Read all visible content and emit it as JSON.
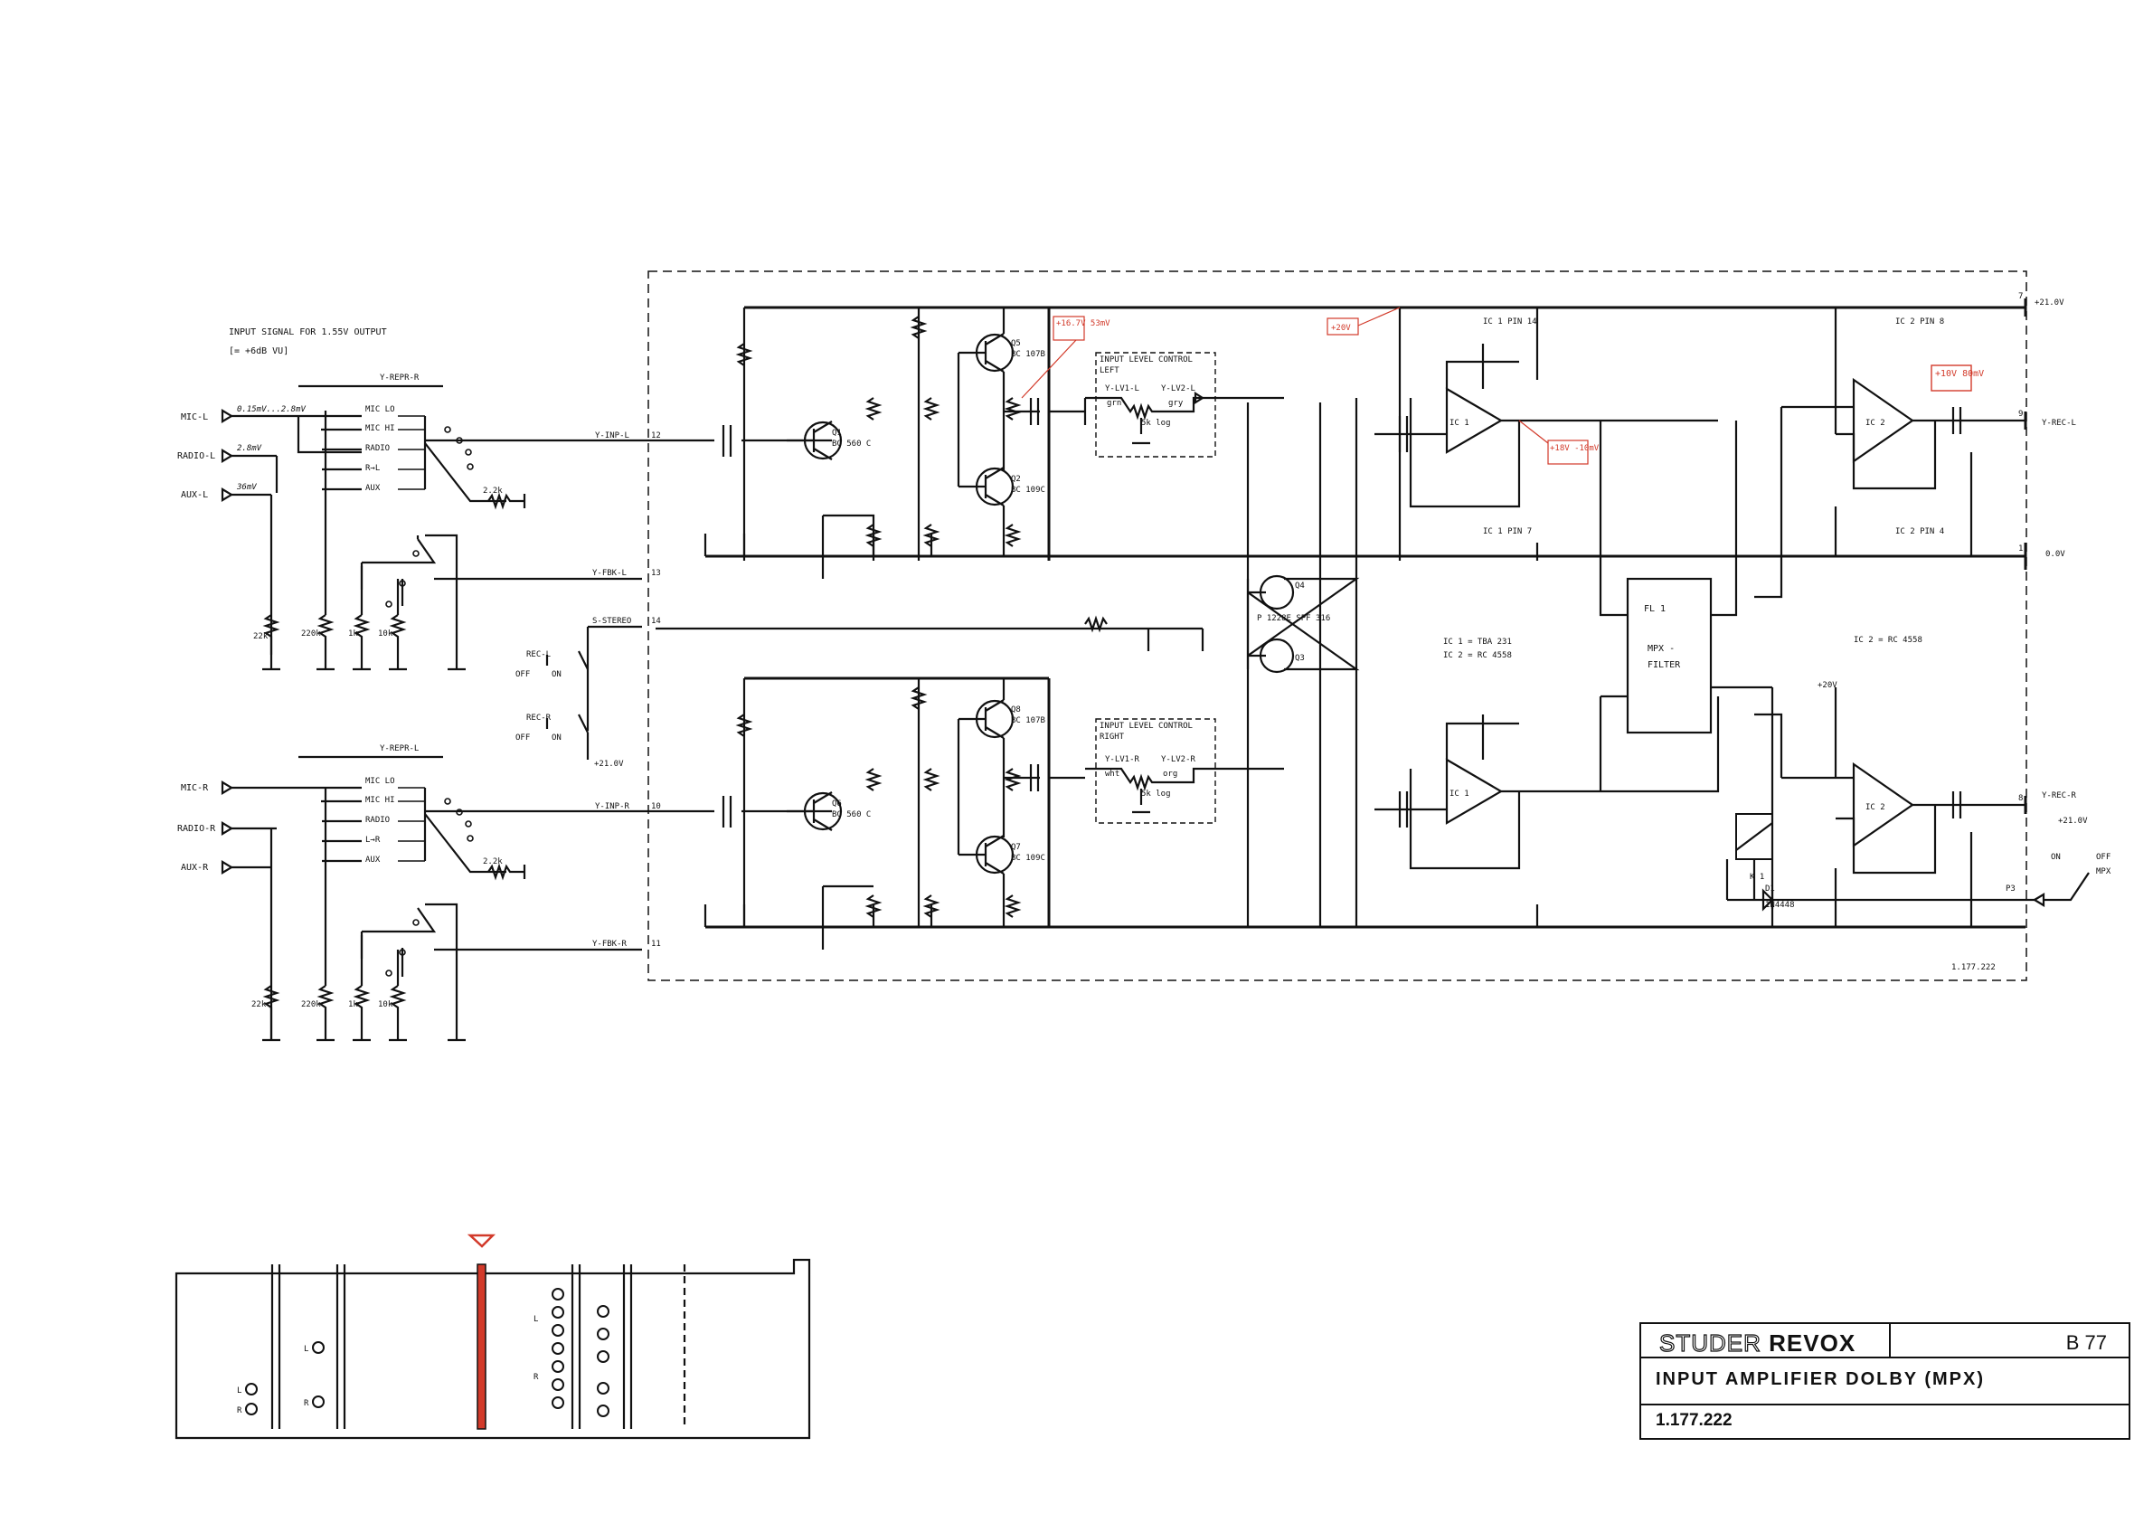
{
  "header_note": {
    "line1": "INPUT SIGNAL FOR 1.55V OUTPUT",
    "line2": "[= +6dB VU]"
  },
  "inputs_left": [
    {
      "name": "MIC-L",
      "level": "0.15mV...2.8mV"
    },
    {
      "name": "RADIO-L",
      "level": "2.8mV"
    },
    {
      "name": "AUX-L",
      "level": "36mV"
    }
  ],
  "inputs_right": [
    {
      "name": "MIC-R"
    },
    {
      "name": "RADIO-R"
    },
    {
      "name": "AUX-R"
    }
  ],
  "selector_labels_left": [
    "MIC LO",
    "MIC HI",
    "RADIO",
    "R→L",
    "AUX"
  ],
  "selector_labels_right": [
    "MIC LO",
    "MIC HI",
    "RADIO",
    "L→R",
    "AUX"
  ],
  "rails": {
    "supply": "+21.0V",
    "ground": "0.0V",
    "plus20": "+20V",
    "plus21": "+21.0V"
  },
  "nets": {
    "repr_l": "Y-REPR-R",
    "repr_r": "Y-REPR-L",
    "inp_l": "Y-INP-L",
    "inp_r": "Y-INP-R",
    "fbk_l": "Y-FBK-L",
    "fbk_r": "Y-FBK-R",
    "stereo": "S-STEREO",
    "rec_l_out": "Y-REC-L",
    "rec_r_out": "Y-REC-R",
    "rec_l_sw": "REC-L",
    "rec_r_sw": "REC-R",
    "p3": "P3",
    "mpx": "MPX"
  },
  "pins": {
    "inp_l": "12",
    "fbk_l": "13",
    "stereo": "14",
    "inp_r": "10",
    "fbk_r": "11",
    "supply": "7",
    "gnd": "1",
    "rec_l": "9",
    "rec_r": "8"
  },
  "switch_words": {
    "off": "OFF",
    "on": "ON"
  },
  "level_controls": [
    {
      "title": "INPUT LEVEL CONTROL",
      "side": "LEFT",
      "a": "Y-LV1-L",
      "b": "Y-LV2-L",
      "c1": "grn",
      "c2": "gry",
      "pot": "5k log"
    },
    {
      "title": "INPUT LEVEL CONTROL",
      "side": "RIGHT",
      "a": "Y-LV1-R",
      "b": "Y-LV2-R",
      "c1": "wht",
      "c2": "org",
      "pot": "5k log"
    }
  ],
  "ic_notes": {
    "ic1": "IC 1 = TBA 231",
    "ic2": "IC 2 = RC 4558",
    "ic2b": "IC 2 = RC 4558",
    "pin14": "IC 1 PIN 14",
    "pin7": "IC 1 PIN 7",
    "pin8": "IC 2 PIN 8",
    "pin4": "IC 2 PIN 4"
  },
  "filter": {
    "name": "FL 1",
    "label1": "MPX -",
    "label2": "FILTER"
  },
  "relay": {
    "name": "K 1",
    "diode": "D1",
    "diode_type": "1N4448"
  },
  "transistors": [
    {
      "ref": "Q1",
      "type": "BC 560 C"
    },
    {
      "ref": "Q5",
      "type": "BC 107B"
    },
    {
      "ref": "Q2",
      "type": "BC 109C"
    },
    {
      "ref": "Q6",
      "type": "BC 560 C"
    },
    {
      "ref": "Q8",
      "type": "BC 107B"
    },
    {
      "ref": "Q7",
      "type": "BC 109C"
    },
    {
      "ref": "Q4",
      "type": ""
    },
    {
      "ref": "Q3",
      "type": "P 1228E SPF 316"
    }
  ],
  "red_annotations": {
    "q5": "+16.7V 53mV",
    "ic1_out": "+18V -10mV",
    "ic2_out": "+10V 80mV",
    "rail": "+20V"
  },
  "drawing_no": "1.177.222",
  "title_block": {
    "brand_a": "STUDER",
    "brand_b": "REVOX",
    "model": "B 77",
    "title": "INPUT AMPLIFIER DOLBY (MPX)",
    "part": "1.177.222"
  },
  "board_view": {
    "l": "L",
    "r": "R"
  },
  "colors": {
    "ink": "#111111",
    "annotation_red": "#d23a2a"
  }
}
